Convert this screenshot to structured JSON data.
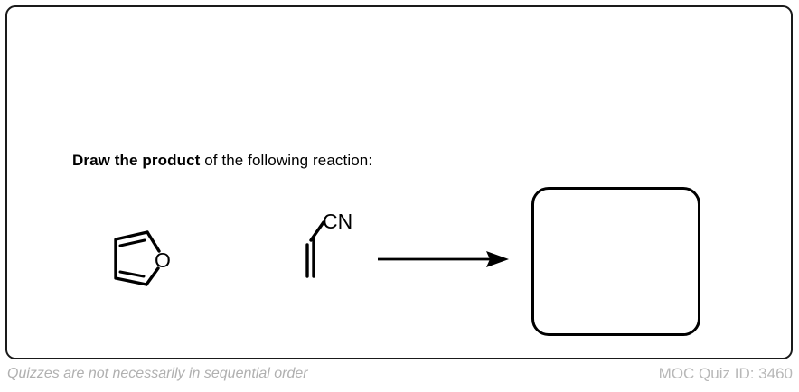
{
  "card": {
    "prompt": {
      "emphasis": "Draw the product",
      "rest": " of the following reaction:"
    },
    "reaction": {
      "reactant_1": {
        "name": "furan",
        "heteroatom_label": "O"
      },
      "reactant_2": {
        "name": "acrylonitrile",
        "group_label": "CN"
      },
      "arrow": {
        "name": "reaction-arrow",
        "direction": "right"
      },
      "product": {
        "name": "answer-box",
        "value": "",
        "placeholder": ""
      }
    },
    "colors": {
      "card_border": "#1a1a1a",
      "structure_stroke": "#000000",
      "answer_box_border": "#000000",
      "footer_text": "#b0b0b0",
      "background": "#ffffff"
    }
  },
  "footer": {
    "note": "Quizzes are not necessarily in sequential order",
    "quiz_id_label": "MOC Quiz ID: 3460"
  }
}
